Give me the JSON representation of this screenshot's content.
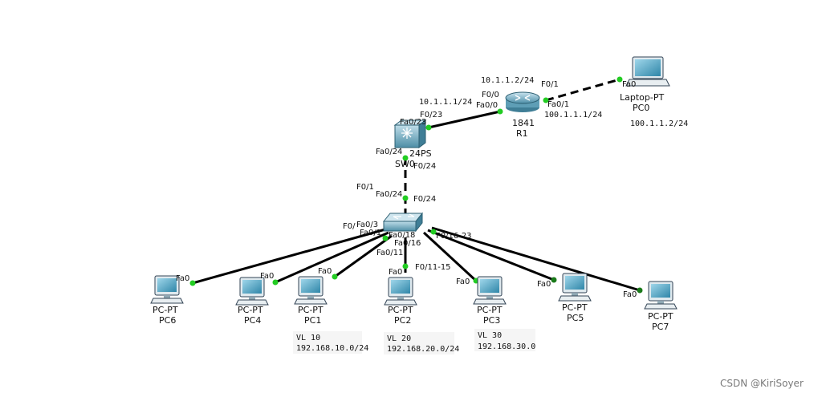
{
  "links": {
    "r1_laptop": {
      "a_port": "Fa0/1",
      "b_port": "Fa0",
      "label_top": "F0/1"
    },
    "r1_sw0": {
      "a_port": "Fa0/0",
      "a_alt": "F0/0",
      "b_port": "Fa0/23",
      "b_alt": "F0/23"
    },
    "sw0_sw1": {
      "a_port": "Fa0/24",
      "a_alt": "F0/24",
      "b_port": "Fa0/24",
      "b_alt": "F0/24",
      "left_label": "F0/1"
    }
  },
  "devices": {
    "r1": {
      "model": "1841",
      "name": "R1"
    },
    "laptop": {
      "model": "Laptop-PT",
      "name": "PC0"
    },
    "sw0": {
      "model": "24PS",
      "name": "SW0"
    },
    "pc6": {
      "model": "PC-PT",
      "name": "PC6",
      "port": "Fa0"
    },
    "pc4": {
      "model": "PC-PT",
      "name": "PC4",
      "port": "Fa0"
    },
    "pc1": {
      "model": "PC-PT",
      "name": "PC1",
      "port": "Fa0"
    },
    "pc2": {
      "model": "PC-PT",
      "name": "PC2",
      "port": "Fa0"
    },
    "pc3": {
      "model": "PC-PT",
      "name": "PC3",
      "port": "Fa0"
    },
    "pc5": {
      "model": "PC-PT",
      "name": "PC5",
      "port": "Fa0"
    },
    "pc7": {
      "model": "PC-PT",
      "name": "PC7",
      "port": "Fa0"
    }
  },
  "addresses": {
    "r1_f01_net": "10.1.1.2/24",
    "r1_f00_ip": "10.1.1.1/24",
    "r1_fa01_ip": "100.1.1.1/24",
    "laptop_ip": "100.1.1.2/24"
  },
  "sw1_ports": {
    "fa03": "Fa0/3",
    "f0_left": "F0/",
    "fa0_l": "Fa0/1",
    "fa018": "Fa0/18",
    "fa016": "Fa0/16",
    "fa011": "Fa0/11",
    "f016_23": "F0/16-23",
    "f011_15": "F0/11-15"
  },
  "vlans": [
    {
      "vl": "VL 10",
      "net": "192.168.10.0/24"
    },
    {
      "vl": "VL 20",
      "net": "192.168.20.0/24"
    },
    {
      "vl": "VL 30",
      "net": "192.168.30.0"
    }
  ],
  "watermark": "CSDN @KiriSoyer",
  "colors": {
    "link": "#000000",
    "port_up": "#22cc22",
    "device": "#3c8aa8",
    "device_light": "#a9d3e4",
    "screen": "#4aa7c9"
  }
}
